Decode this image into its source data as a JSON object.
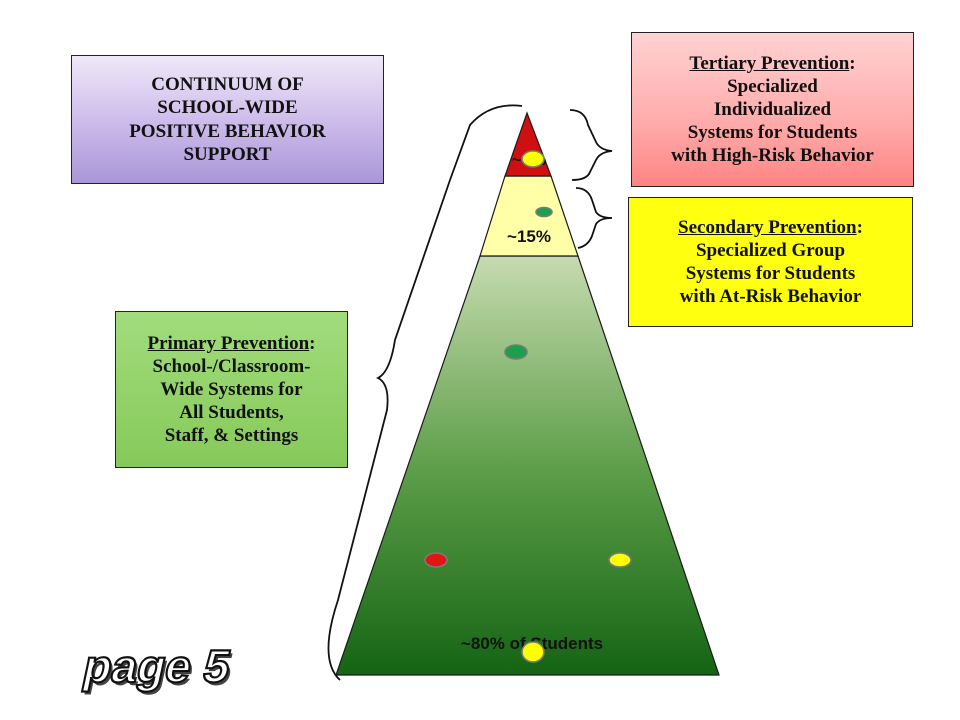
{
  "continuum": {
    "lines": [
      "CONTINUUM OF",
      "SCHOOL-WIDE",
      "POSITIVE BEHAVIOR",
      "SUPPORT"
    ]
  },
  "tertiary": {
    "title": "Tertiary Prevention",
    "lines": [
      "Specialized",
      "Individualized",
      "Systems for Students",
      "with High-Risk Behavior"
    ]
  },
  "secondary": {
    "title": "Secondary Prevention",
    "lines": [
      "Specialized Group",
      "Systems for Students",
      "with At-Risk Behavior"
    ]
  },
  "primary": {
    "title": "Primary Prevention",
    "lines": [
      "School-/Classroom-",
      "Wide Systems for",
      "All Students,",
      "Staff, & Settings"
    ]
  },
  "pyramid": {
    "top_label": "~5%",
    "middle_label": "~15%",
    "bottom_label": "~80% of Students",
    "colors": {
      "top": "#d01010",
      "middle": "#ffffa8",
      "bottom_light": "#c6dbb0",
      "bottom_dark": "#146414"
    }
  },
  "dots": {
    "colors": {
      "yellow": "#ffff00",
      "green": "#1aa04a",
      "red": "#e01515"
    }
  },
  "page_label": "page 5"
}
